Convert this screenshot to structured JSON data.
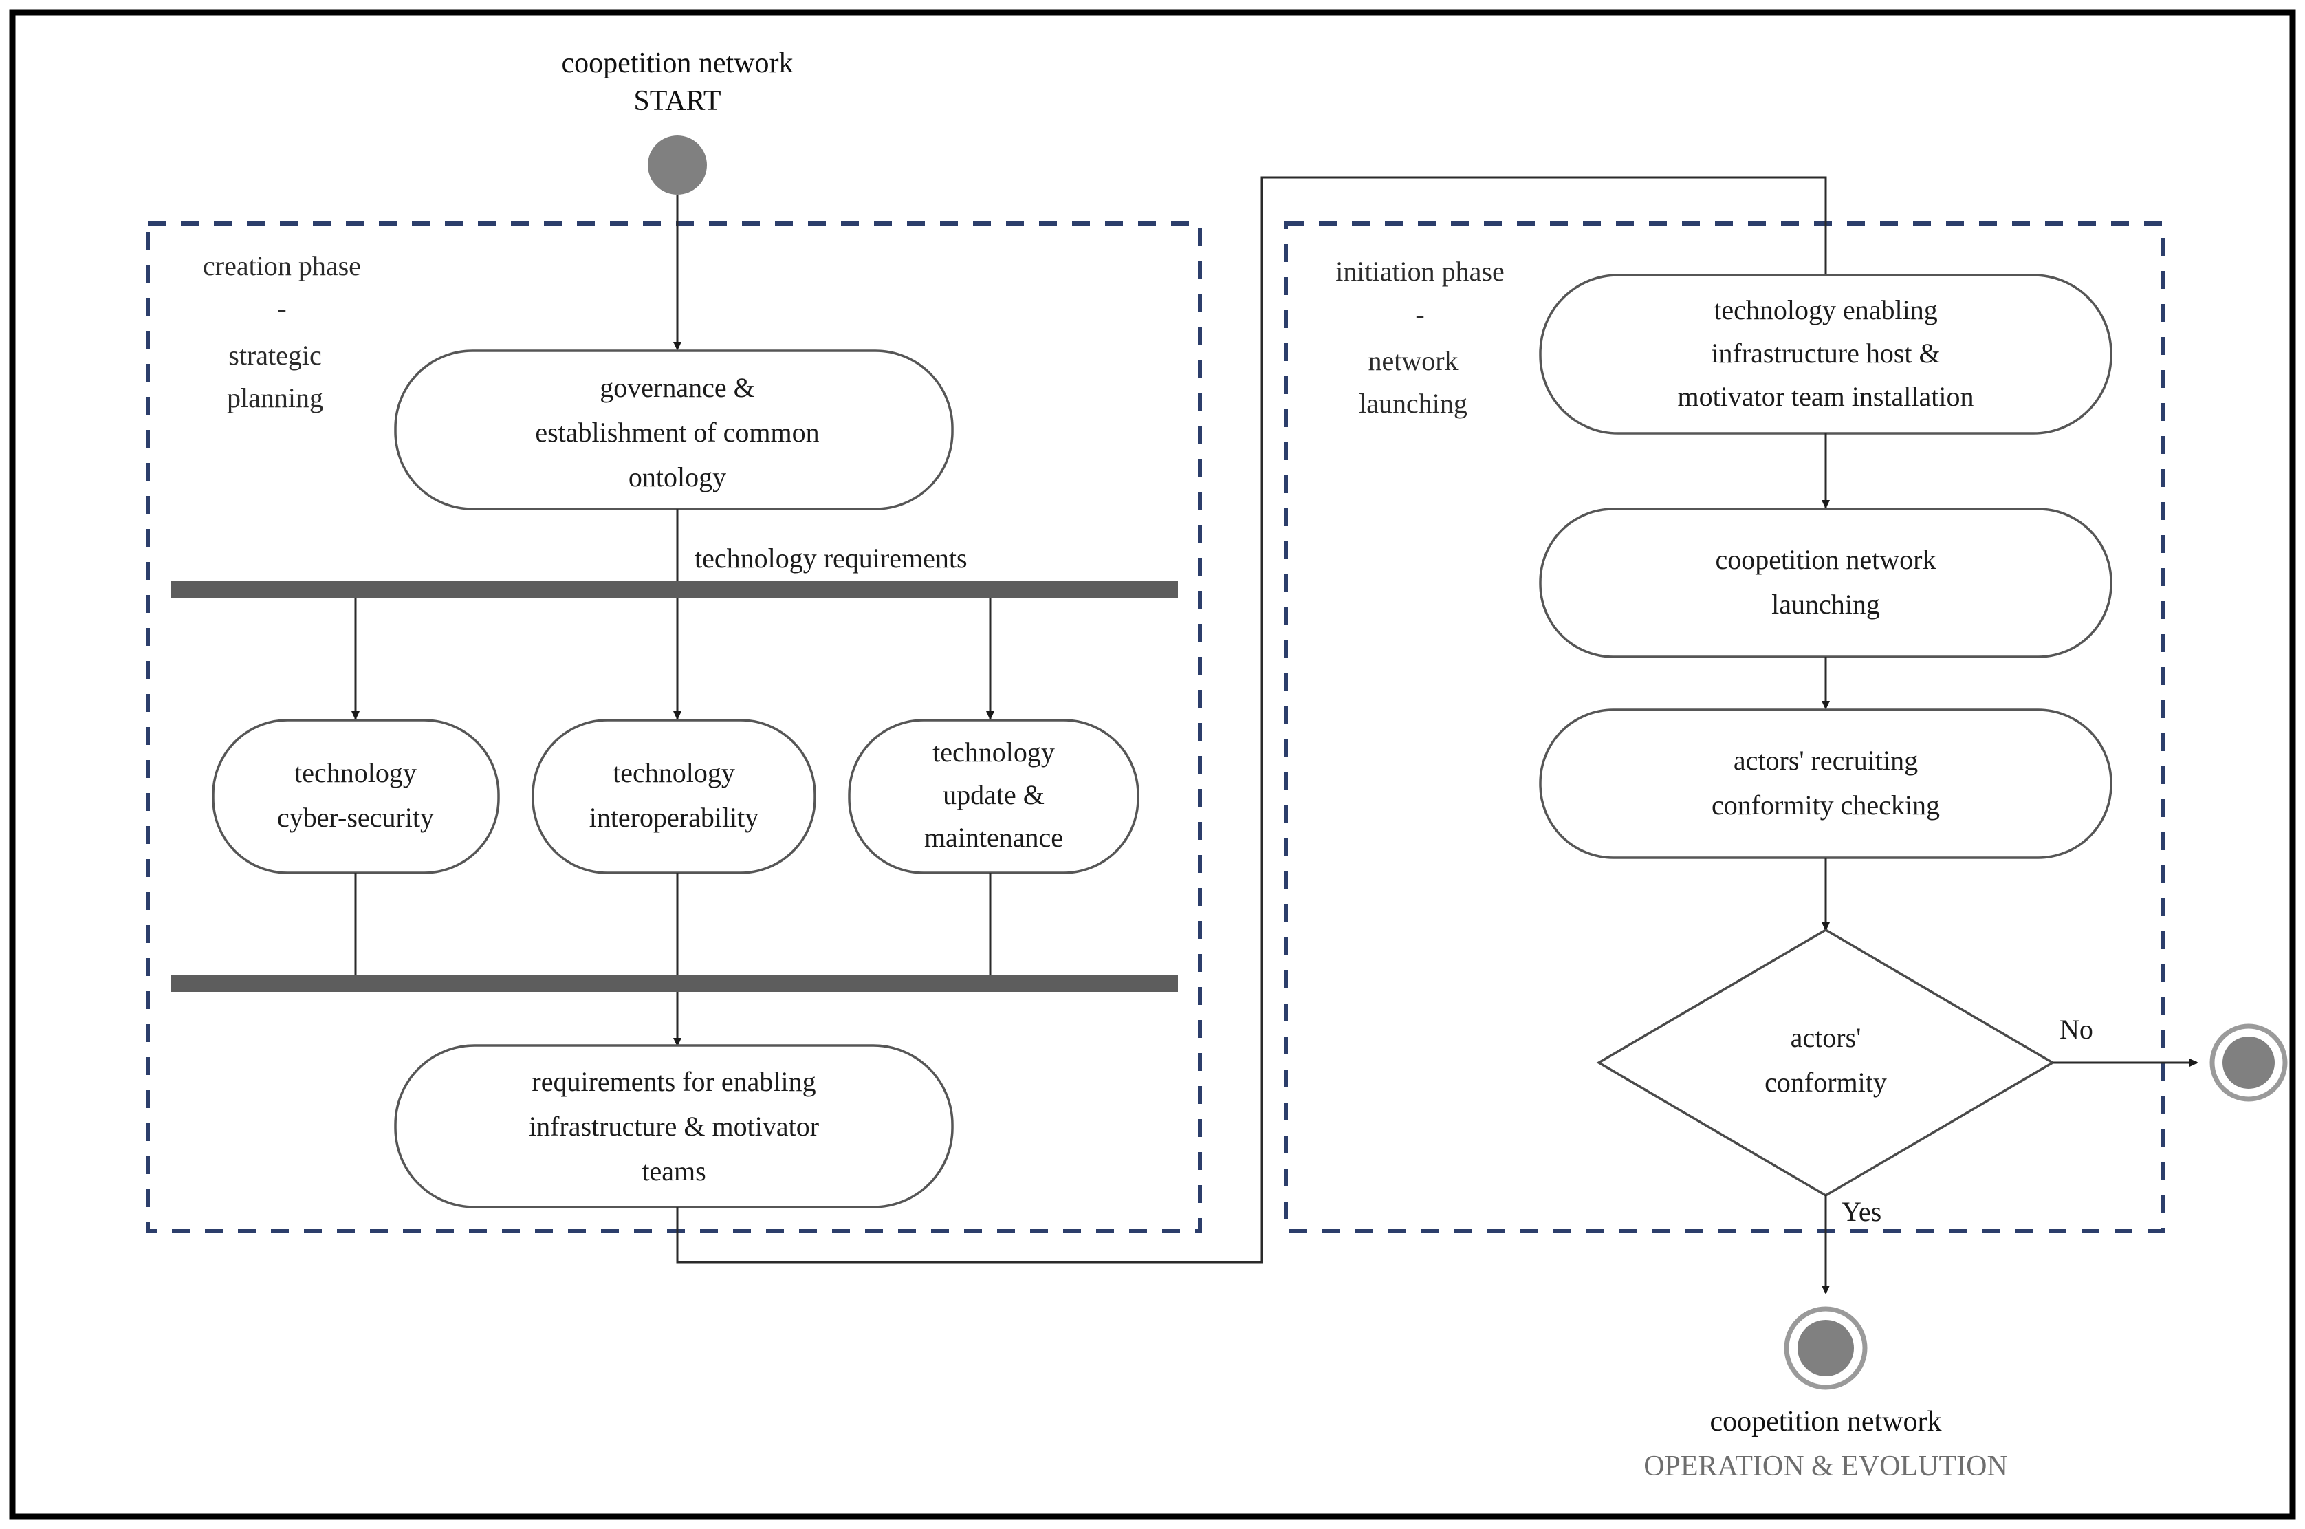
{
  "diagram": {
    "title": "Coopetition network creation and initiation UML activity diagram",
    "colors": {
      "frame": "#000000",
      "phase_border": "#2c3e6b",
      "node_border": "#565656",
      "bar": "#5d5d5d",
      "terminal": "#808080",
      "flow": "#2a2a2a"
    },
    "start": {
      "caption_line1": "coopetition network",
      "caption_line2": "START"
    },
    "phases": [
      {
        "id": "creation",
        "label_line1": "creation phase",
        "label_line2": "-",
        "label_line3": "strategic",
        "label_line4": "planning"
      },
      {
        "id": "initiation",
        "label_line1": "initiation phase",
        "label_line2": "-",
        "label_line3": "network",
        "label_line4": "launching"
      }
    ],
    "activities": {
      "governance": {
        "line1": "governance &",
        "line2": "establishment of common",
        "line3": "ontology"
      },
      "cyber_security": {
        "line1": "technology",
        "line2": "cyber-security"
      },
      "interoperability": {
        "line1": "technology",
        "line2": "interoperability"
      },
      "update_maintenance": {
        "line1": "technology",
        "line2": "update &",
        "line3": "maintenance"
      },
      "requirements": {
        "line1": "requirements for enabling",
        "line2": "infrastructure & motivator",
        "line3": "teams"
      },
      "infra_install": {
        "line1": "technology enabling",
        "line2": "infrastructure host &",
        "line3": "motivator team installation"
      },
      "network_launching": {
        "line1": "coopetition network",
        "line2": "launching"
      },
      "conformity_checking": {
        "line1": "actors' recruiting",
        "line2": "conformity checking"
      }
    },
    "decision": {
      "line1": "actors'",
      "line2": "conformity",
      "branch_no": "No",
      "branch_yes": "Yes"
    },
    "edge_labels": {
      "technology_requirements": "technology requirements"
    },
    "end_nodes": {
      "operation_evolution": {
        "caption_line1": "coopetition network",
        "caption_line2": "OPERATION & EVOLUTION"
      },
      "reject": {
        "caption": ""
      }
    }
  }
}
